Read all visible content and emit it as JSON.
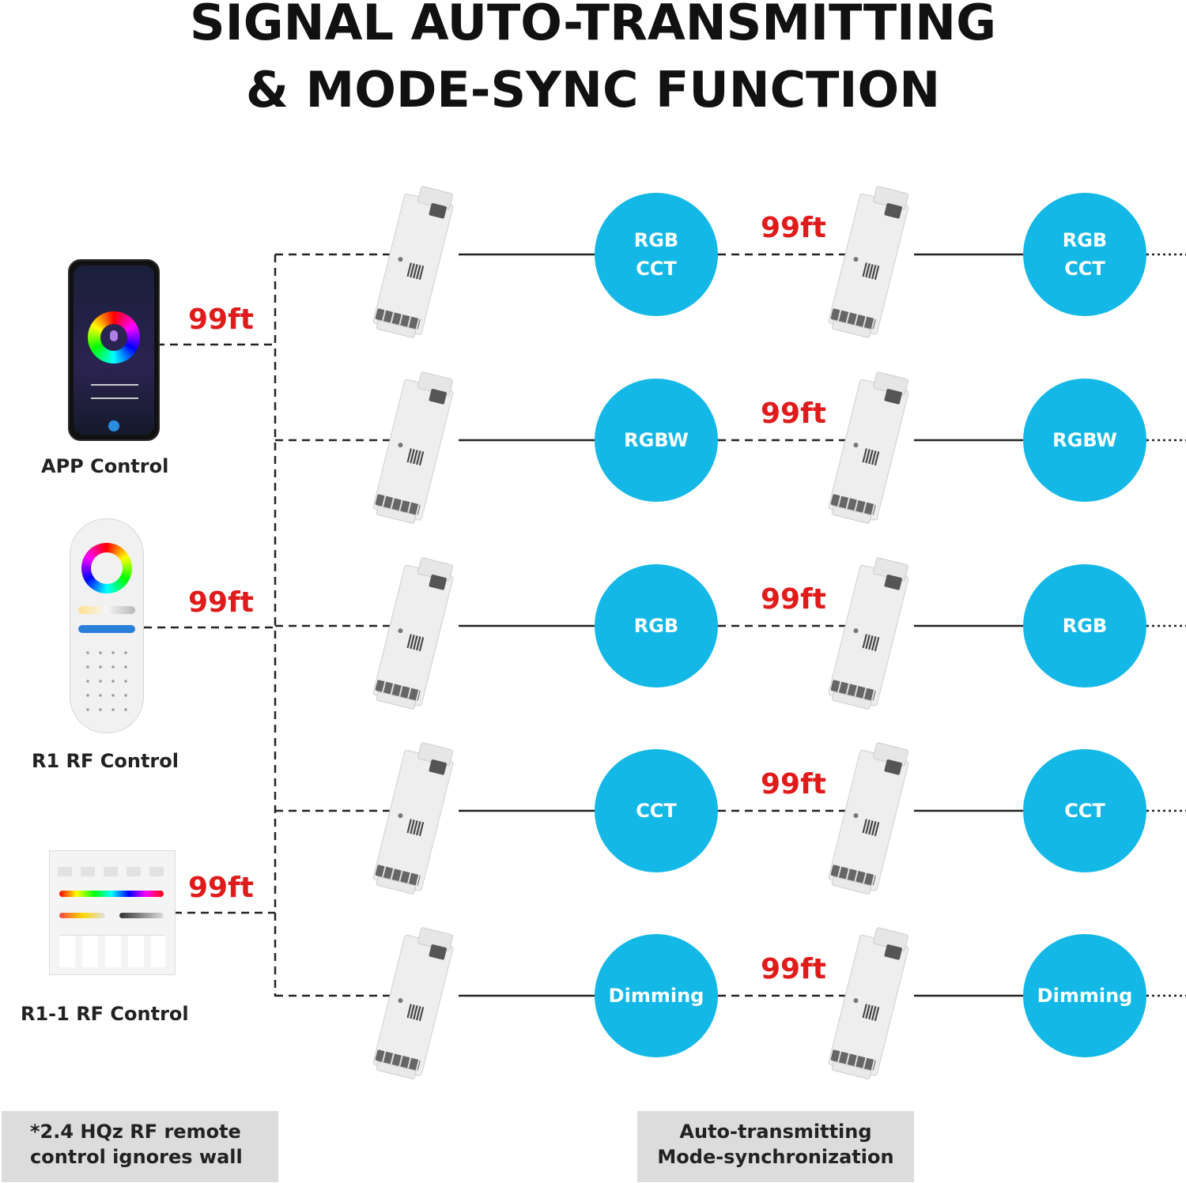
{
  "title": {
    "line1": "SIGNAL AUTO-TRANSMITTING",
    "line2": "& MODE-SYNC FUNCTION"
  },
  "sources": [
    {
      "label": "APP Control",
      "distance": "99ft",
      "icon": "smartphone-app-icon"
    },
    {
      "label": "R1 RF Control",
      "distance": "99ft",
      "icon": "rf-remote-icon"
    },
    {
      "label": "R1-1 RF Control",
      "distance": "99ft",
      "icon": "wall-panel-remote-icon"
    }
  ],
  "rows": [
    {
      "mode_lines": [
        "RGB",
        "CCT"
      ],
      "distance": "99ft"
    },
    {
      "mode_lines": [
        "RGBW"
      ],
      "distance": "99ft"
    },
    {
      "mode_lines": [
        "RGB"
      ],
      "distance": "99ft"
    },
    {
      "mode_lines": [
        "CCT"
      ],
      "distance": "99ft"
    },
    {
      "mode_lines": [
        "Dimming"
      ],
      "distance": "99ft"
    }
  ],
  "notes": {
    "left": [
      "*2.4 HQz RF remote",
      "control ignores wall"
    ],
    "right": [
      "Auto-transmitting",
      "Mode-synchronization"
    ]
  },
  "colors": {
    "circle": "#13b8e6",
    "distance_text": "#e01b1b",
    "note_background": "#dcdcdc"
  }
}
